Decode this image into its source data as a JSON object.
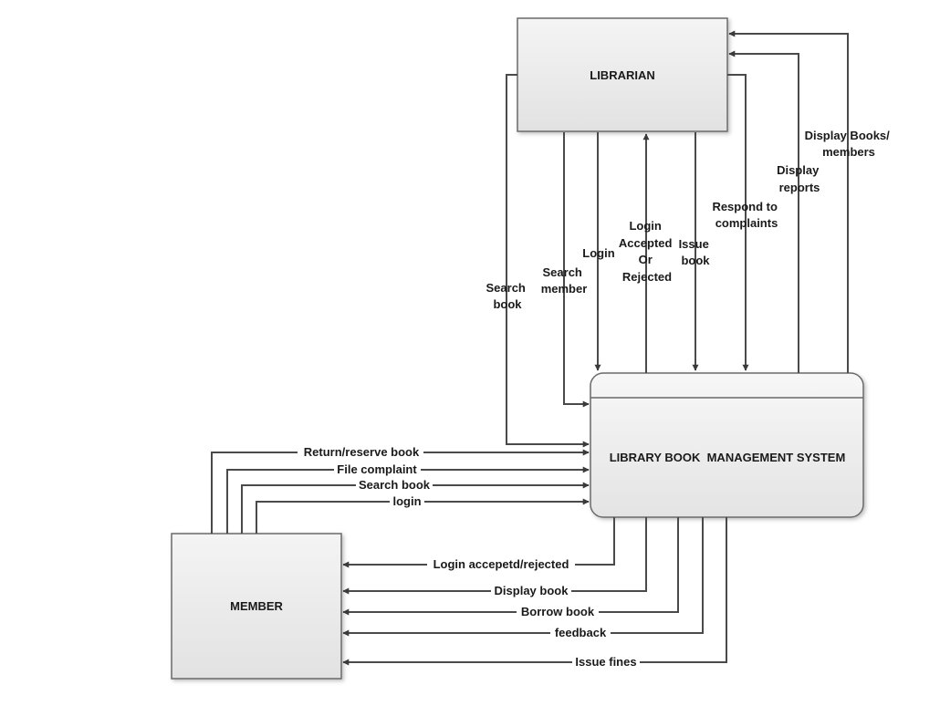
{
  "entities": {
    "librarian": "LIBRARIAN",
    "system": "LIBRARY BOOK  MANAGEMENT SYSTEM",
    "member": "MEMBER"
  },
  "flows": {
    "search_book_lib": [
      "Search",
      "book"
    ],
    "search_member": [
      "Search",
      "member"
    ],
    "login_lib": [
      "Login"
    ],
    "login_accepted": [
      "Login",
      "Accepted",
      "Or",
      "Rejected"
    ],
    "issue_book": [
      "Issue",
      "book"
    ],
    "respond_complaints": [
      "Respond to",
      "complaints"
    ],
    "display_reports": [
      "Display",
      "reports"
    ],
    "display_books_members": [
      "Display Books/",
      "members"
    ],
    "return_reserve": "Return/reserve book",
    "file_complaint": "File complaint",
    "search_book_mem": "Search book",
    "login_mem": "login",
    "login_accepted_rejected": "Login accepetd/rejected",
    "display_book": "Display book",
    "borrow_book": "Borrow book",
    "feedback": "feedback",
    "issue_fines": "Issue fines"
  }
}
